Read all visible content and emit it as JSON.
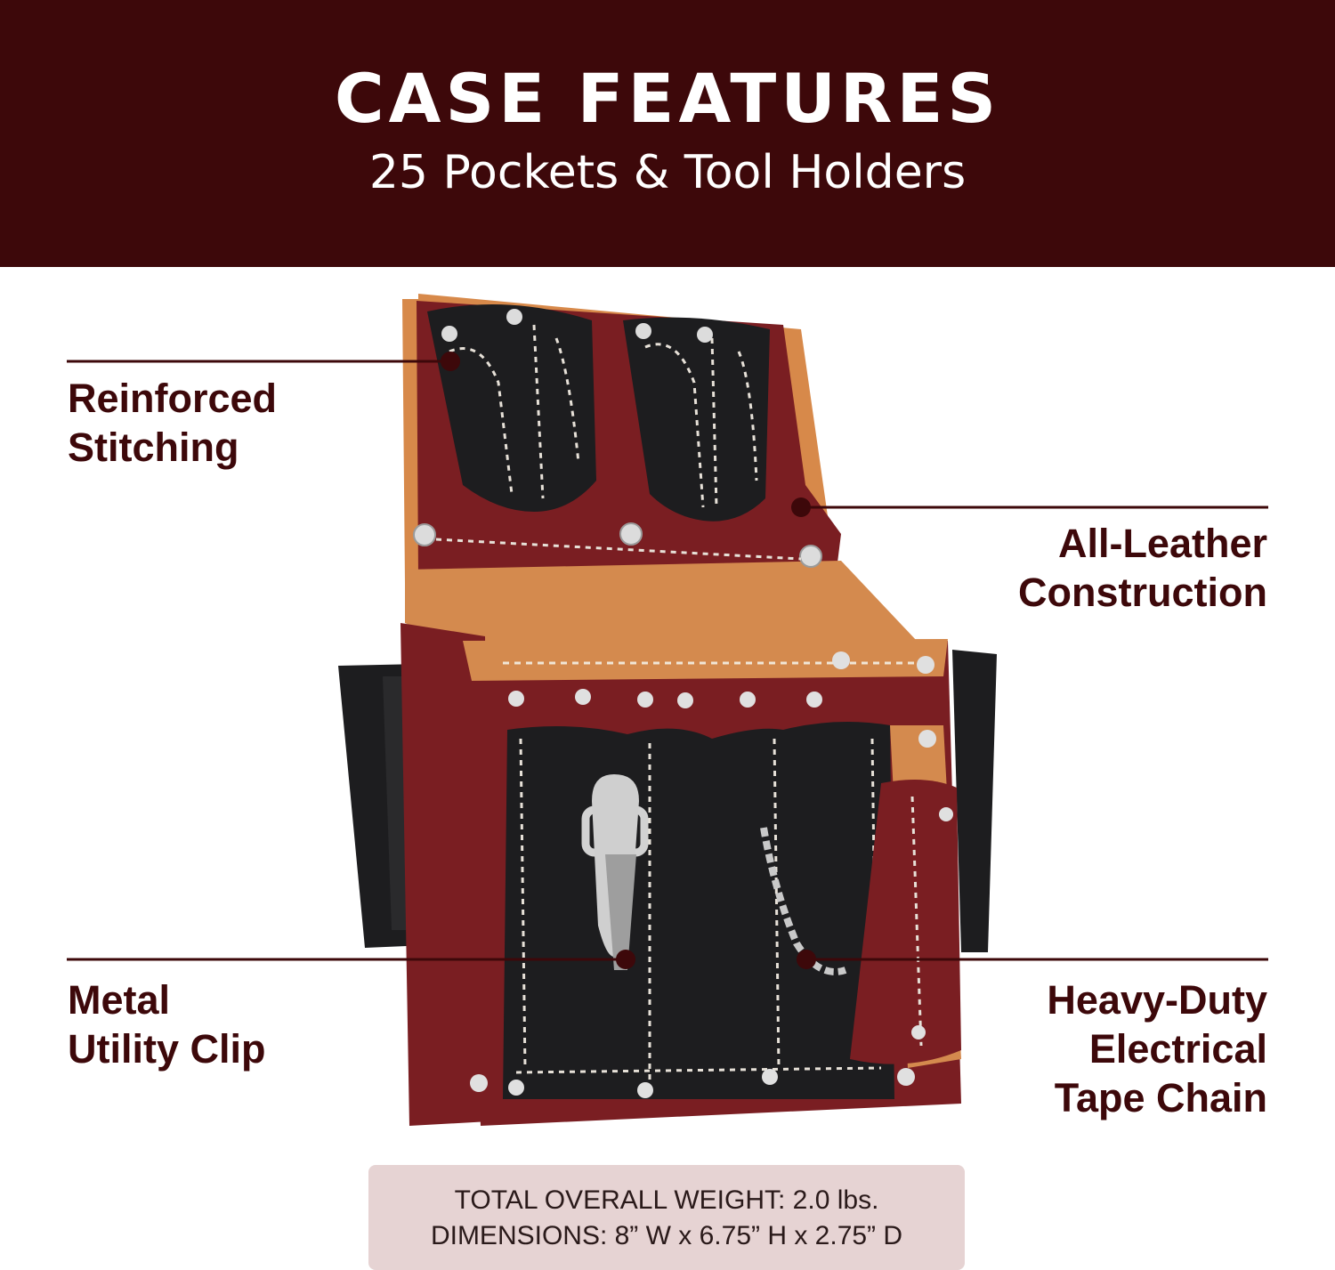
{
  "header": {
    "title": "CASE FEATURES",
    "subtitle": "25 Pockets & Tool Holders"
  },
  "callouts": [
    {
      "id": "reinforced-stitching",
      "lines": [
        "Reinforced",
        "Stitching"
      ]
    },
    {
      "id": "all-leather-construction",
      "lines": [
        "All-Leather",
        "Construction"
      ]
    },
    {
      "id": "metal-utility-clip",
      "lines": [
        "Metal",
        "Utility Clip"
      ]
    },
    {
      "id": "tape-chain",
      "lines": [
        "Heavy-Duty",
        "Electrical",
        "Tape Chain"
      ]
    }
  ],
  "footer": {
    "weight": "TOTAL OVERALL WEIGHT: 2.0 lbs.",
    "dimensions": "DIMENSIONS: 8” W x 6.75” H x 2.75” D"
  },
  "colors": {
    "header_bg": "#3d080a",
    "label_text": "#3d080a",
    "leather_red": "#7a1e22",
    "leather_black": "#1c1c1e",
    "leather_tan": "#d7894a",
    "footer_bg": "#e6d3d3"
  }
}
